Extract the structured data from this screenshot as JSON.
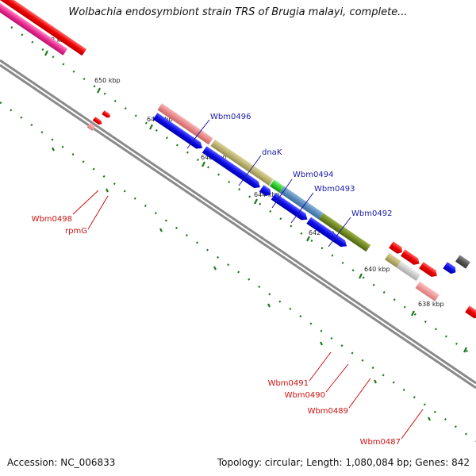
{
  "title": "Wolbachia endosymbiont strain TRS of Brugia malayi, complete...",
  "footer": {
    "accession": "Accession: NC_006833",
    "summary": "Topology: circular; Length: 1,080,084 bp; Genes: 842"
  },
  "scale_ticks": [
    "652 kbp",
    "650 kbp",
    "648 kbp",
    "646 kbp",
    "644 kbp",
    "642 kbp",
    "640 kbp",
    "638 kbp"
  ],
  "genes": {
    "upper": [
      "Wbm0496",
      "dnaK",
      "Wbm0494",
      "Wbm0493",
      "Wbm0492"
    ],
    "lower": [
      "Wbm0498",
      "rpmG",
      "Wbm0491",
      "Wbm0490",
      "Wbm0489",
      "Wbm0487"
    ]
  },
  "colors": {
    "backbone": "#8a8a8a",
    "tick_green": "#1a7a1a",
    "label_blue": "#1a1aa8",
    "label_red": "#cc1111"
  }
}
